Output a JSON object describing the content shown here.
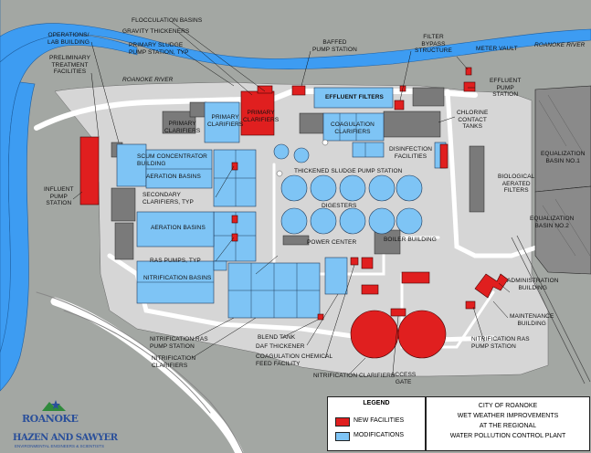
{
  "colors": {
    "background": "#a3a7a3",
    "river": "#3d9cf2",
    "site": "#d8d8d8",
    "new_facilities": "#e01f1f",
    "modifications": "#7ec4f5",
    "existing": "#7a7a7a",
    "road": "#ffffff"
  },
  "river_labels": {
    "north": "ROANOKE RIVER",
    "mid": "ROANOKE RIVER"
  },
  "labels": {
    "flocculation_basins": "FLOCCULATION BASINS",
    "gravity_thickeners": "GRAVITY THICKENERS",
    "primary_sludge_pump_station": "PRIMARY SLUDGE\nPUMP STATION, TYP",
    "operations_lab_building": "OPERATIONS/\nLAB BUILDING",
    "preliminary_treatment": "PRELIMINARY\nTREATMENT\nFACILITIES",
    "baffled_pump_station": "BAFFED\nPUMP STATION",
    "filter_bypass_structure": "FILTER\nBYPASS\nSTRUCTURE",
    "meter_vault": "METER VAULT",
    "effluent_pump_station": "EFFLUENT\nPUMP\nSTATION",
    "effluent_filters": "EFFLUENT FILTERS",
    "chlorine_contact_tanks": "CHLORINE\nCONTACT\nTANKS",
    "primary_clarifiers_a": "PRIMARY\nCLARIFIERS",
    "primary_clarifiers_b": "PRIMARY\nCLARIFIERS",
    "primary_clarifiers_c": "PRIMARY\nCLARIFIERS",
    "coagulation_clarifiers": "COAGULATION\nCLARIFIERS",
    "disinfection_facilities": "DISINFECTION\nFACILITIES",
    "equalization_basin_1": "EQUALIZATION\nBASIN NO.1",
    "scum_concentrator": "SCUM CONCENTRATOR\nBUILDING",
    "aeration_basins_top": "AERATION BASINS",
    "thickened_sludge_pump_station": "THICKENED SLUDGE PUMP STATION",
    "biological_aerated_filters": "BIOLOGICAL\nAERATED\nFILTERS",
    "influent_pump_station": "INFLUENT\nPUMP\nSTATION",
    "secondary_clarifiers": "SECONDARY\nCLARIFIERS, TYP",
    "digesters": "DIGESTERS",
    "equalization_basin_2": "EQUALIZATION\nBASIN NO.2",
    "aeration_basins_bottom": "AERATION BASINS",
    "power_center": "POWER CENTER",
    "boiler_building": "BOILER BUILDING",
    "ras_pumps": "RAS PUMPS, TYP",
    "nitrification_basins": "NITRIFICATION BASINS",
    "administration_building": "ADMINISTRATION\nBUILDING",
    "maintenance_building": "MAINTENANCE\nBUILDING",
    "nitrification_ras_ps_left": "NITRIFICATION RAS\nPUMP STATION",
    "blend_tank": "BLEND TANK",
    "daf_thickener": "DAF THICKENER",
    "coagulation_chemical_feed": "COAGULATION CHEMICAL\nFEED FACILITY",
    "nitrification_ras_ps_right": "NITRIFICATION RAS\nPUMP STATION",
    "nitrification_clarifiers_left": "NITRIFICATION\nCLARIFIERS",
    "nitrification_clarifiers_bottom": "NITRIFICATION CLARIFIERS",
    "access_gate": "ACCESS\nGATE"
  },
  "legend": {
    "title": "LEGEND",
    "new_facilities": "NEW FACILITIES",
    "modifications": "MODIFICATIONS"
  },
  "title_block": {
    "line1": "CITY OF ROANOKE",
    "line2": "WET WEATHER IMPROVEMENTS",
    "line3": "AT THE REGIONAL",
    "line4": "WATER POLLUTION CONTROL PLANT"
  },
  "logos": {
    "city": "ROANOKE",
    "firm": "HAZEN AND SAWYER",
    "firm_sub": "Environmental Engineers & Scientists"
  }
}
